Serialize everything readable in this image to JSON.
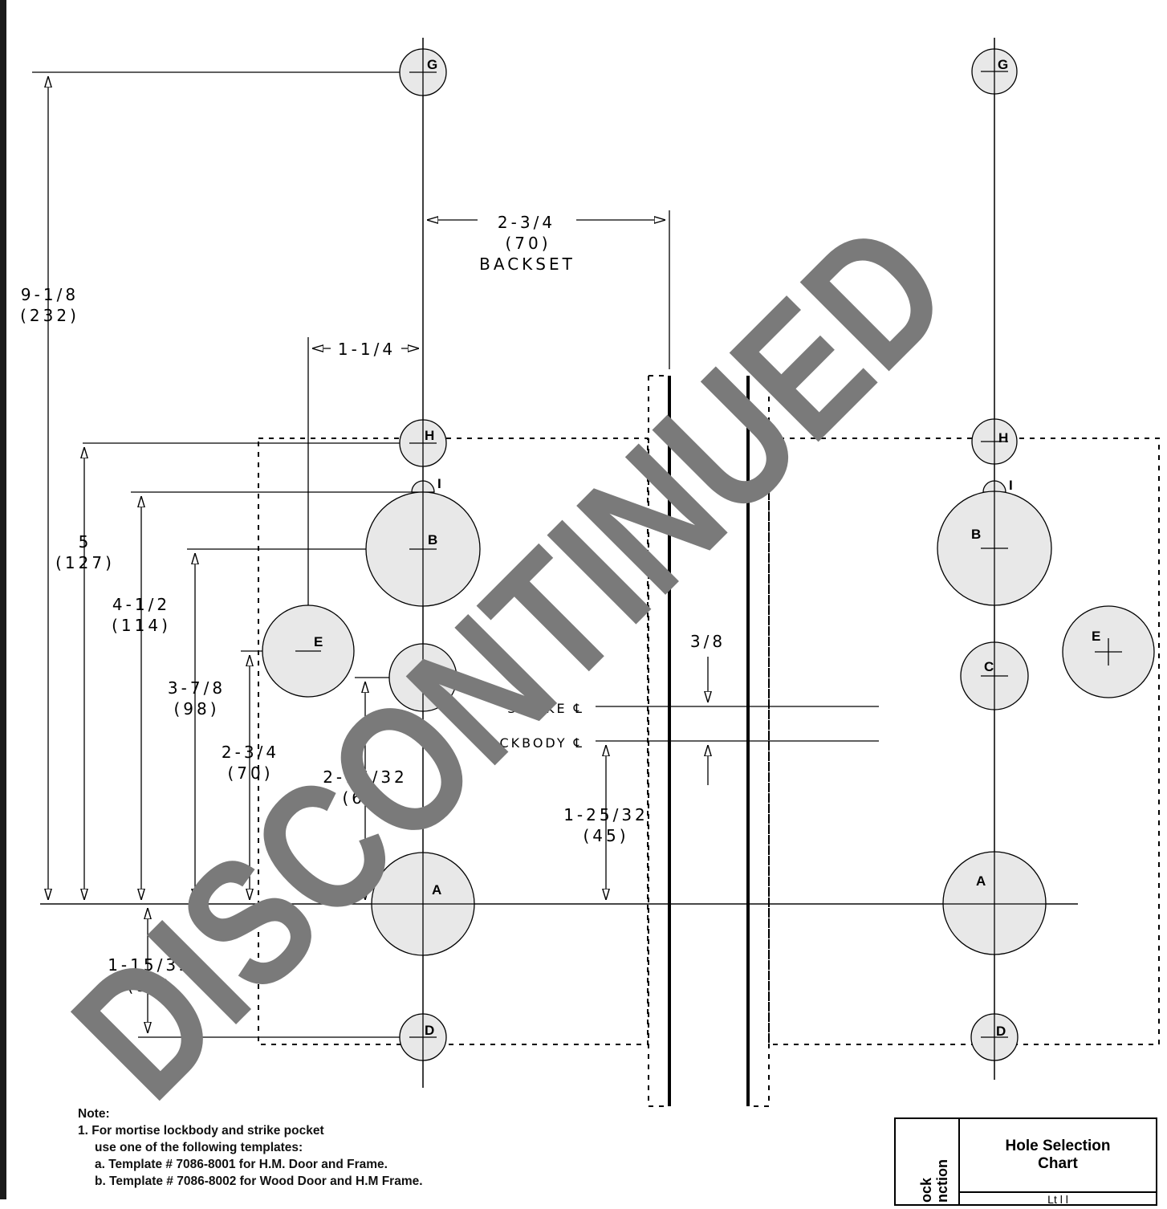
{
  "watermark": "DISCONTINUED",
  "holes": {
    "A": "A",
    "B": "B",
    "C": "C",
    "D": "D",
    "E": "E",
    "G": "G",
    "H": "H",
    "I": "I"
  },
  "dims": {
    "backset_frac": "2-3/4",
    "backset_mm": "(70)",
    "backset_label": "BACKSET",
    "overall_frac": "9-1/8",
    "overall_mm": "(232)",
    "e_offset": "1-1/4",
    "h_frac": "5",
    "h_mm": "(127)",
    "i_frac": "4-1/2",
    "i_mm": "(114)",
    "b_frac": "3-7/8",
    "b_mm": "(98)",
    "e_frac": "2-3/4",
    "e_mm": "(70)",
    "c_frac": "2-15/32",
    "c_mm": "(63)",
    "lockbody_frac": "1-25/32",
    "lockbody_mm": "(45)",
    "d_frac": "1-15/32",
    "d_mm": "(37)",
    "strike_offset": "3/8",
    "strike_cl": "STRIKE ℄",
    "lockbody_cl": "LOCKBODY ℄"
  },
  "notes": {
    "heading": "Note:",
    "line1": "1. For mortise lockbody and strike pocket",
    "line2": "use one of the following templates:",
    "line3": "a. Template # 7086-8001 for H.M. Door and Frame.",
    "line4": "b. Template # 7086-8002 for Wood Door and H.M Frame."
  },
  "chart": {
    "side_label": "ock\nnction",
    "title": "Hole Selection\nChart",
    "sub": "Lt   l   l"
  },
  "colors": {
    "hole_fill": "#e8e8e8",
    "line": "#000000",
    "watermark": "#7a7a7a"
  }
}
